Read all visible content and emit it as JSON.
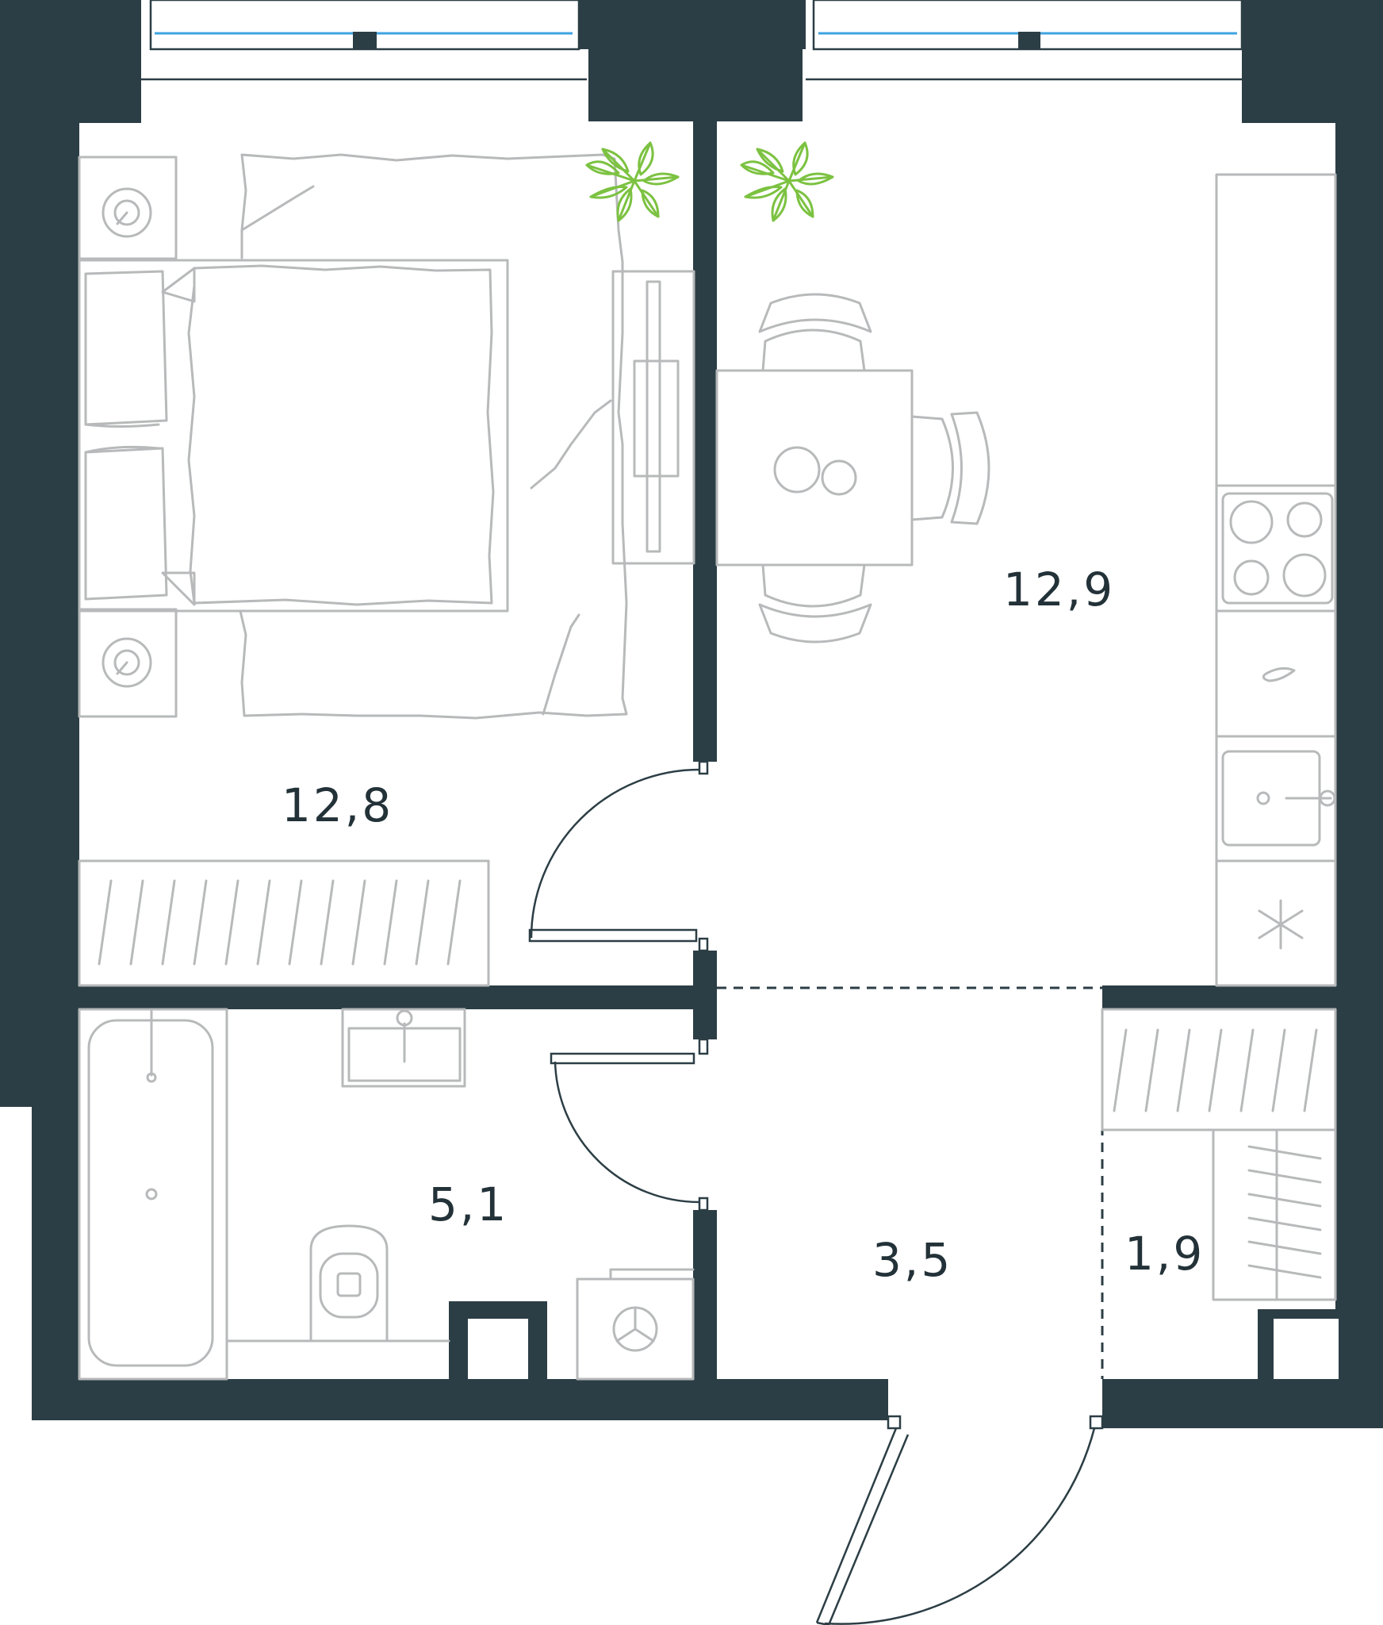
{
  "colors": {
    "wall": "#2c3e45",
    "furniture": "#b7b9ba",
    "window": "#3ea3e0",
    "plant": "#7cc241",
    "label": "#233238",
    "background": "#ffffff"
  },
  "rooms": {
    "bedroom": {
      "area": "12,8"
    },
    "kitchen_living": {
      "area": "12,9"
    },
    "bathroom": {
      "area": "5,1"
    },
    "hallway": {
      "area": "3,5"
    },
    "storage": {
      "area": "1,9"
    }
  },
  "icons": [
    "plant-icon",
    "stove-icon",
    "sink-icon",
    "washing-machine-icon",
    "bathtub-icon",
    "toilet-icon",
    "fridge-icon"
  ]
}
